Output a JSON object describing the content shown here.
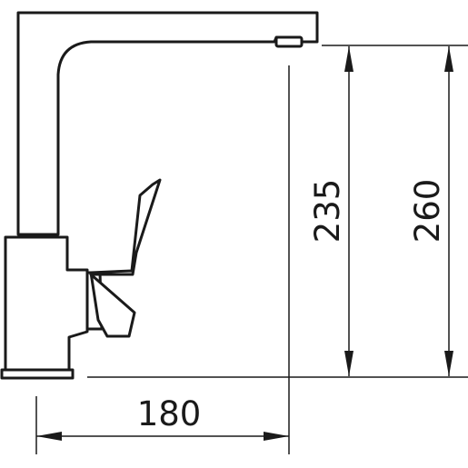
{
  "dimensions": {
    "spout_reach": "180",
    "outlet_height": "235",
    "total_height": "260"
  }
}
